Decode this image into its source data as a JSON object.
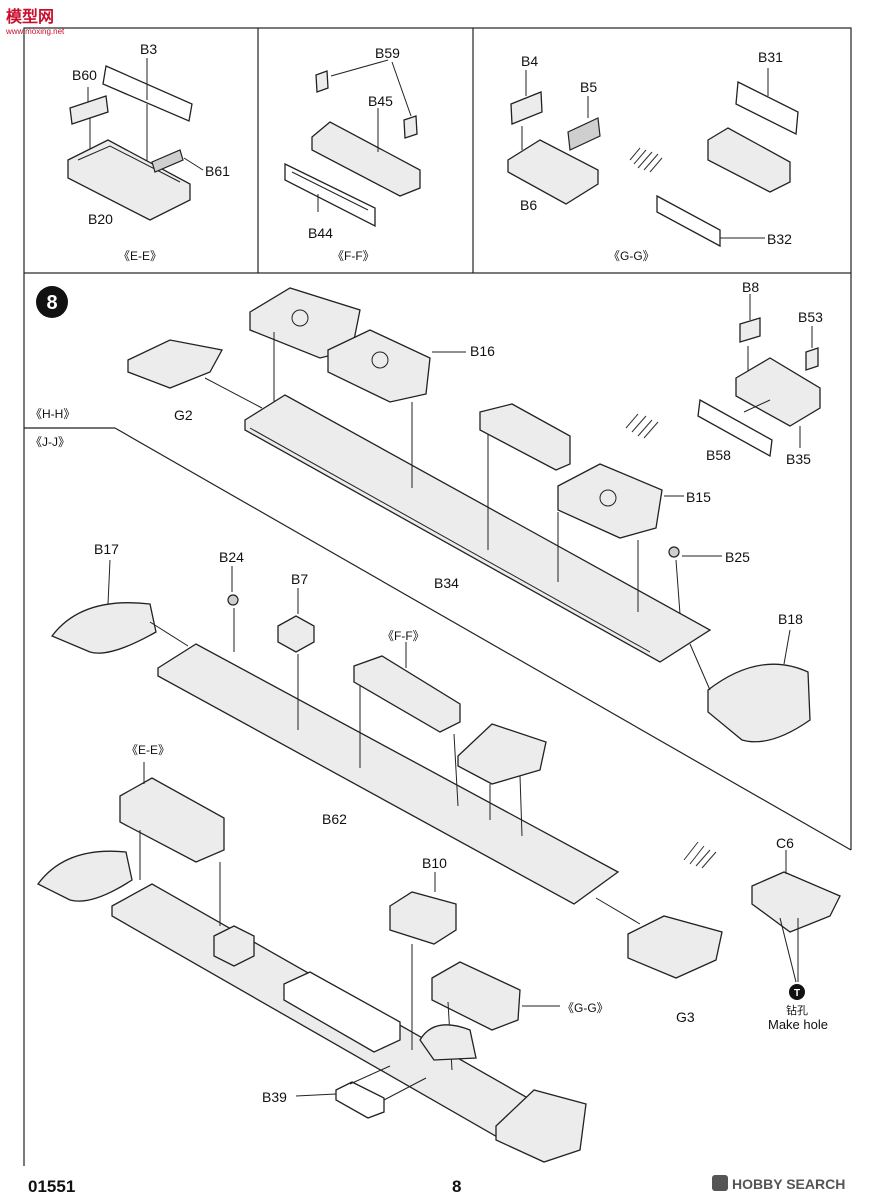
{
  "watermark_top": {
    "main": "模型网",
    "sub": "www.moxing.net"
  },
  "watermark_bottom": "HOBBY SEARCH",
  "step_number": "8",
  "footer": {
    "kit_code": "01551",
    "page_number": "8"
  },
  "panels": {
    "ee": {
      "title": "《E-E》",
      "parts": [
        "B3",
        "B60",
        "B61",
        "B20"
      ]
    },
    "ff": {
      "title": "《F-F》",
      "parts": [
        "B59",
        "B45",
        "B44"
      ]
    },
    "gg": {
      "title": "《G-G》",
      "parts": [
        "B4",
        "B5",
        "B31",
        "B6",
        "B32"
      ]
    }
  },
  "main": {
    "section_hh": "《H-H》",
    "section_jj": "《J-J》",
    "callout_ff": "《F-F》",
    "callout_ee": "《E-E》",
    "callout_gg": "《G-G》",
    "parts": {
      "b16": "B16",
      "g2": "G2",
      "b8": "B8",
      "b53": "B53",
      "b58": "B58",
      "b35": "B35",
      "b15": "B15",
      "b34": "B34",
      "b17": "B17",
      "b24": "B24",
      "b7": "B7",
      "b25": "B25",
      "b18": "B18",
      "b62": "B62",
      "c6": "C6",
      "b10": "B10",
      "g3": "G3",
      "b39": "B39"
    },
    "make_hole": {
      "symbol": "T",
      "chinese": "钻孔",
      "english": "Make hole"
    }
  }
}
